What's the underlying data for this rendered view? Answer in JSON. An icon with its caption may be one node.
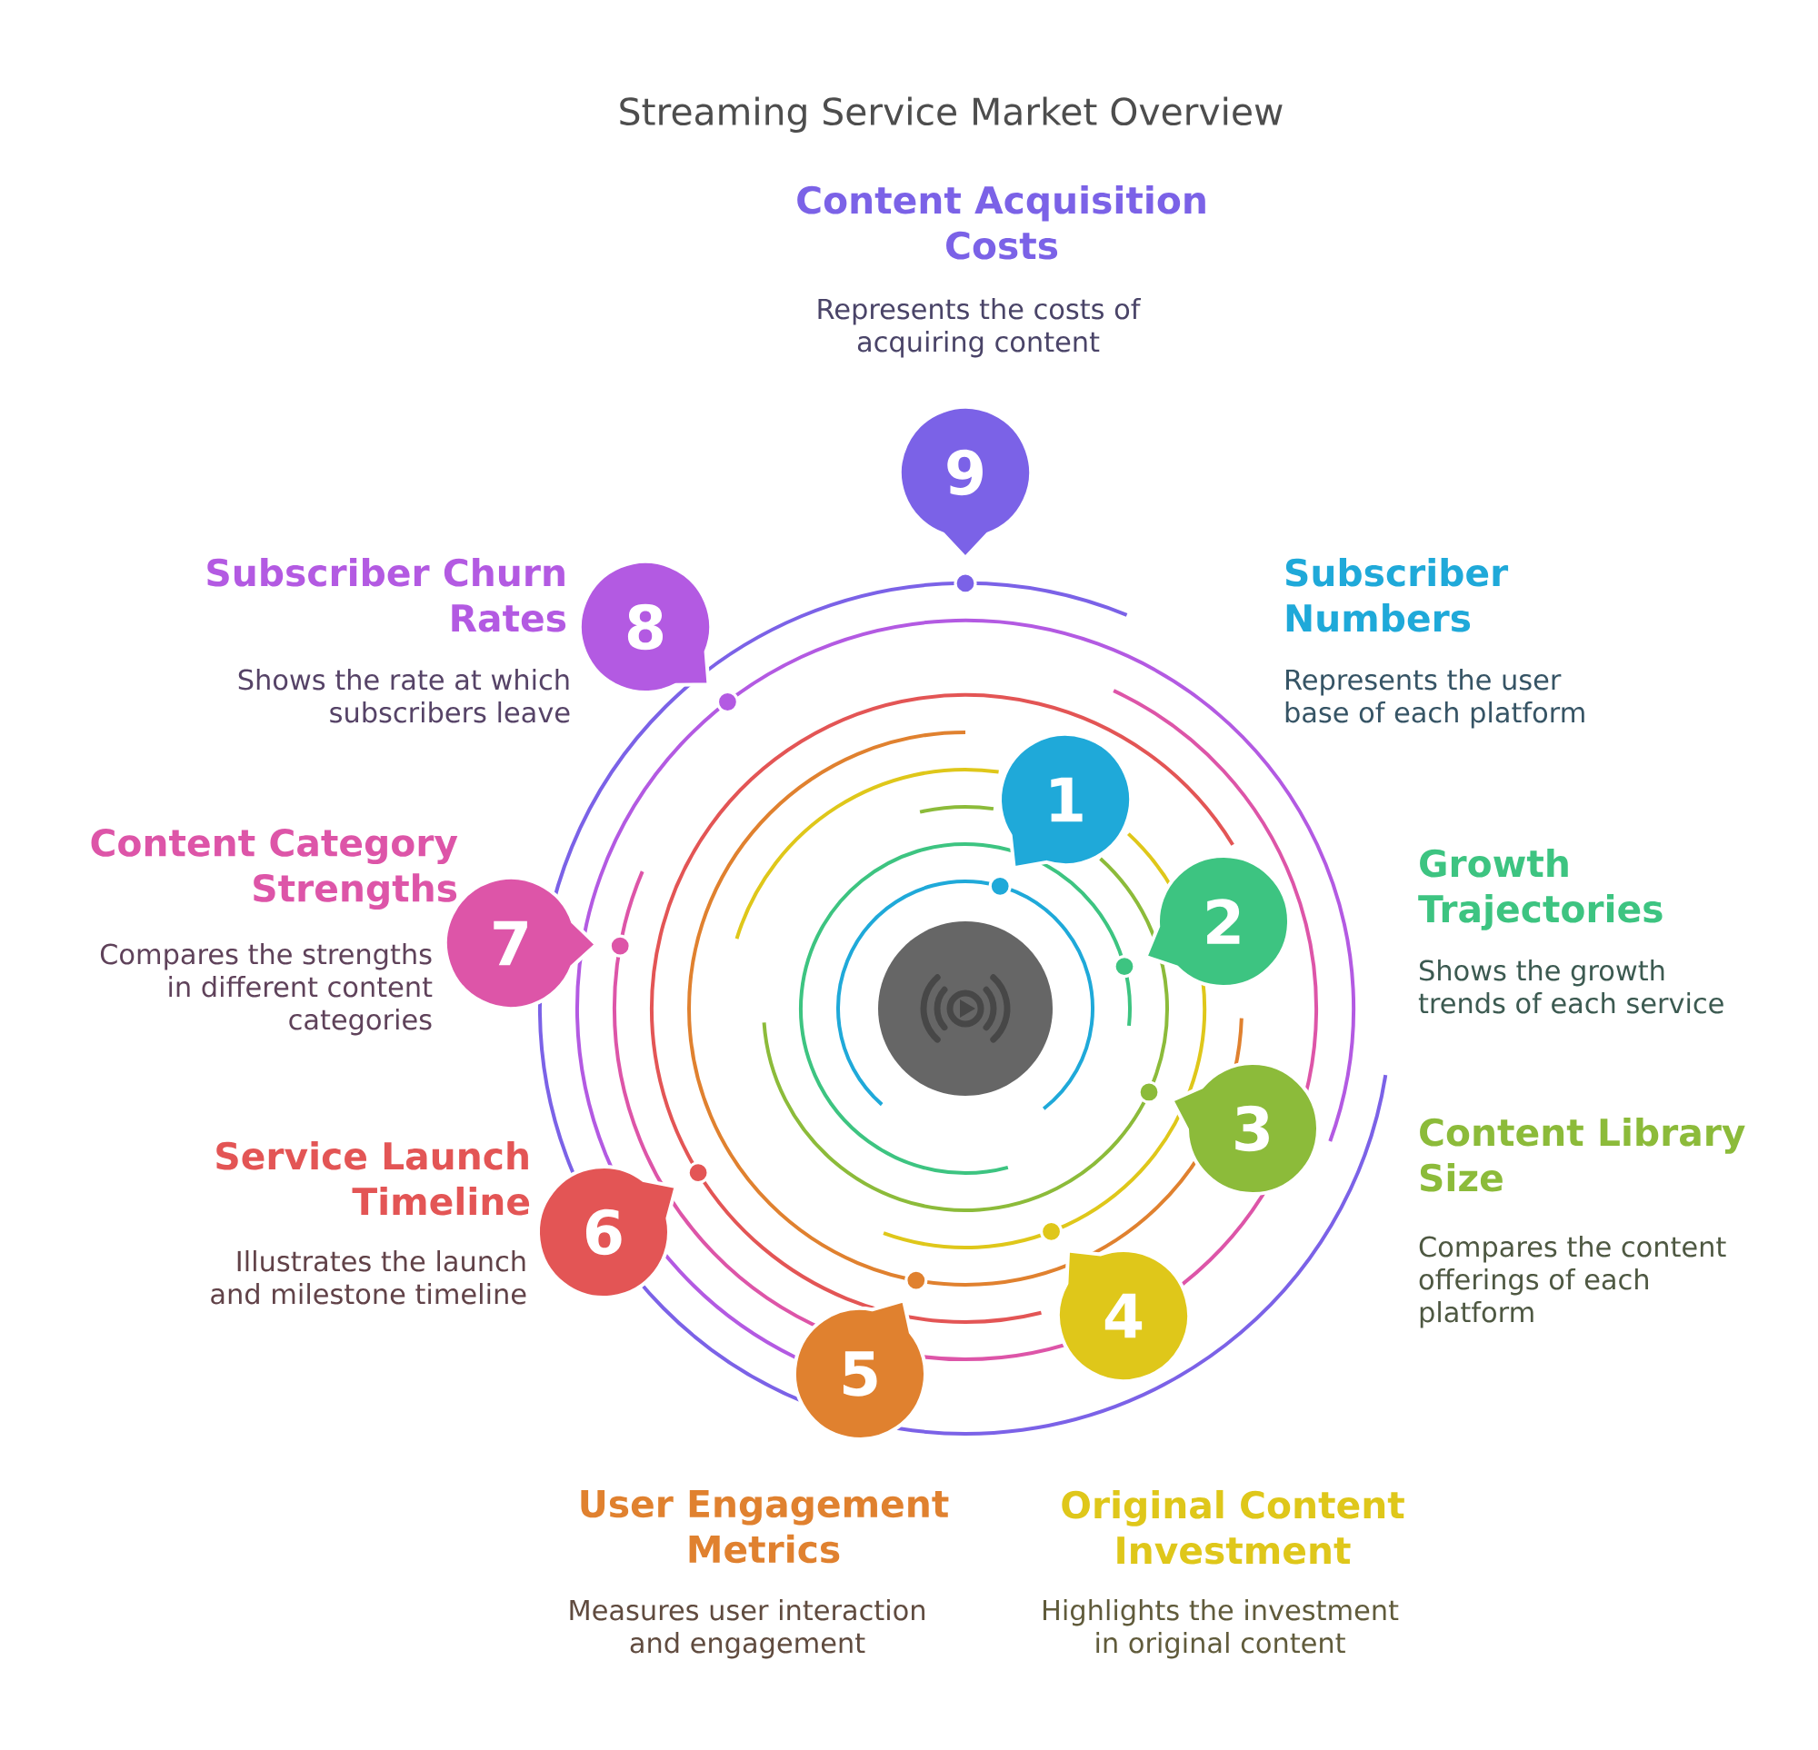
{
  "diagram": {
    "title": "Streaming Service Market Overview",
    "nodes": [
      {
        "text": [
          "1"
        ],
        "beside": [
          "Subscriber Numbers",
          "Represents the user base of each platform"
        ]
      },
      {
        "text": [
          "2"
        ],
        "beside": [
          "Growth Trajectories",
          "Shows the growth trends of each service"
        ]
      },
      {
        "text": [
          "3"
        ],
        "beside": [
          "Content Library Size",
          "Compares the content offerings of each platform"
        ]
      },
      {
        "text": [
          "4"
        ],
        "beside": [
          "Original Content Investment",
          "Highlights the investment in original content"
        ]
      },
      {
        "text": [
          "5"
        ],
        "beside": [
          "User Engagement Metrics",
          "Measures user interaction and engagement"
        ]
      },
      {
        "text": [
          "6"
        ],
        "beside": [
          "Service Launch Timeline",
          "Illustrates the launch and milestone timeline"
        ]
      },
      {
        "text": [
          "7"
        ],
        "beside": [
          "Content Category Strengths",
          "Compares the strengths in different content categories"
        ]
      },
      {
        "text": [
          "8"
        ],
        "beside": [
          "Subscriber Churn Rates",
          "Shows the rate at which subscribers leave"
        ]
      },
      {
        "text": [
          "9"
        ],
        "beside": [
          "Content Acquisition Costs",
          "Represents the costs of acquiring content"
        ]
      },
      {
        "text": [],
        "shape": "circle"
      }
    ]
  }
}
